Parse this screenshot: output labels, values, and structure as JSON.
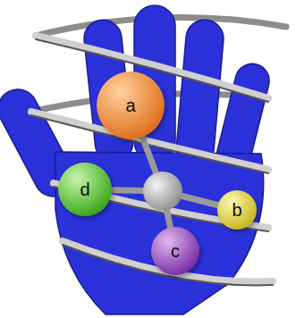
{
  "diagram": {
    "nodes": [
      {
        "text": [
          "a"
        ]
      },
      {
        "text": [
          "d"
        ]
      },
      {
        "text": [
          "b"
        ]
      },
      {
        "text": [
          "c"
        ]
      }
    ]
  }
}
